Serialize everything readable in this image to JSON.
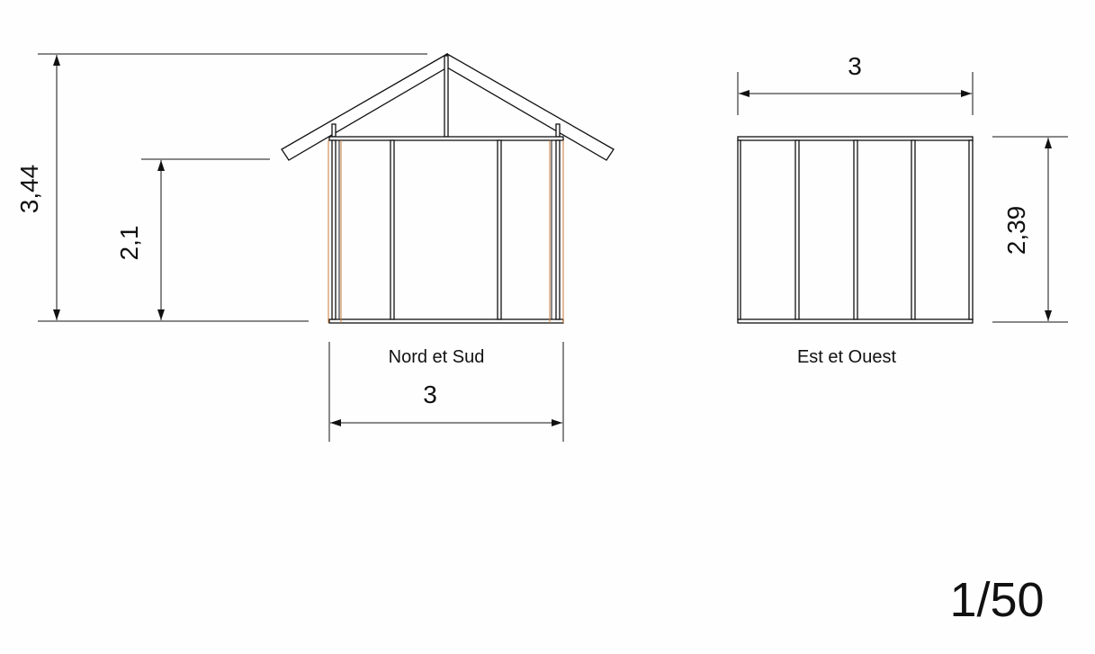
{
  "north_south_view": {
    "label": "Nord et Sud",
    "dim_total_height": "3,44",
    "dim_wall_height": "2,1",
    "dim_width": "3"
  },
  "east_west_view": {
    "label": "Est et Ouest",
    "dim_width": "3",
    "dim_height": "2,39"
  },
  "scale": "1/50",
  "colors": {
    "line": "#111111",
    "cladding_edge": "#c87a3a"
  }
}
